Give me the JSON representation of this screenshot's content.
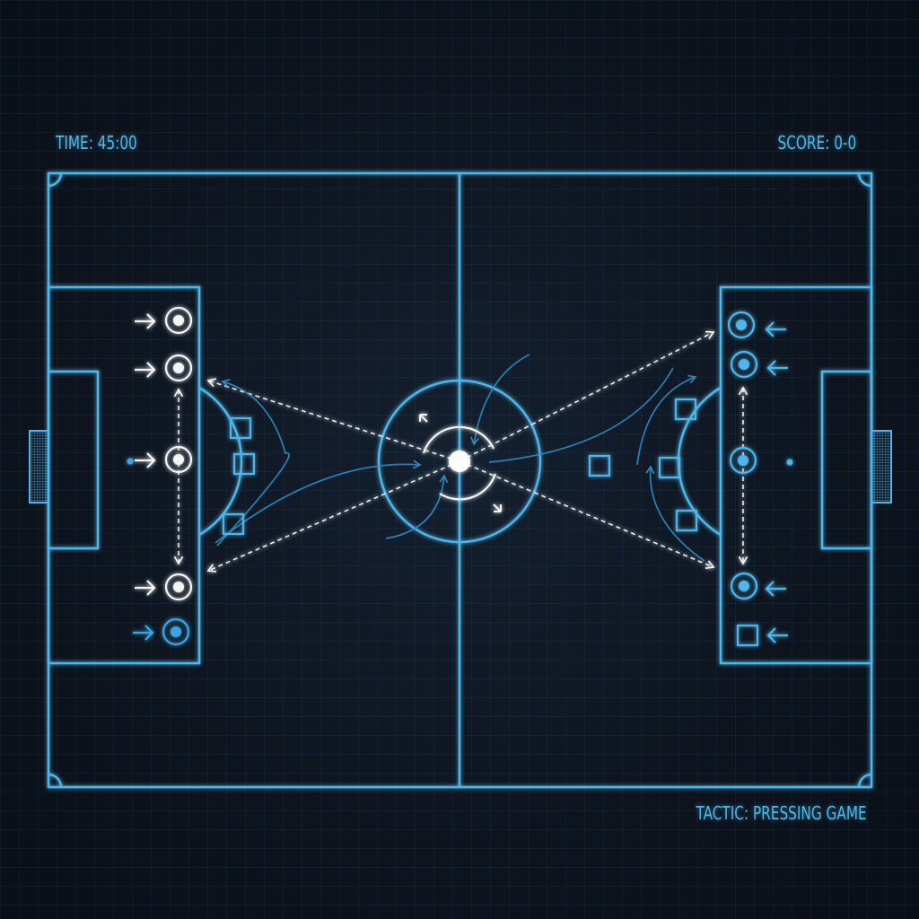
{
  "hud": {
    "time": "TIME: 45:00",
    "score": "SCORE: 0-0",
    "tactic": "TACTIC: PRESSING GAME"
  },
  "colors": {
    "line": "#4fb6ea",
    "player_white": "#f2f4f6",
    "background": "#0c121b"
  },
  "icons": [
    "goal-net-icon",
    "player-marker-icon",
    "opponent-square-icon",
    "arrow-icon",
    "ball-icon"
  ]
}
